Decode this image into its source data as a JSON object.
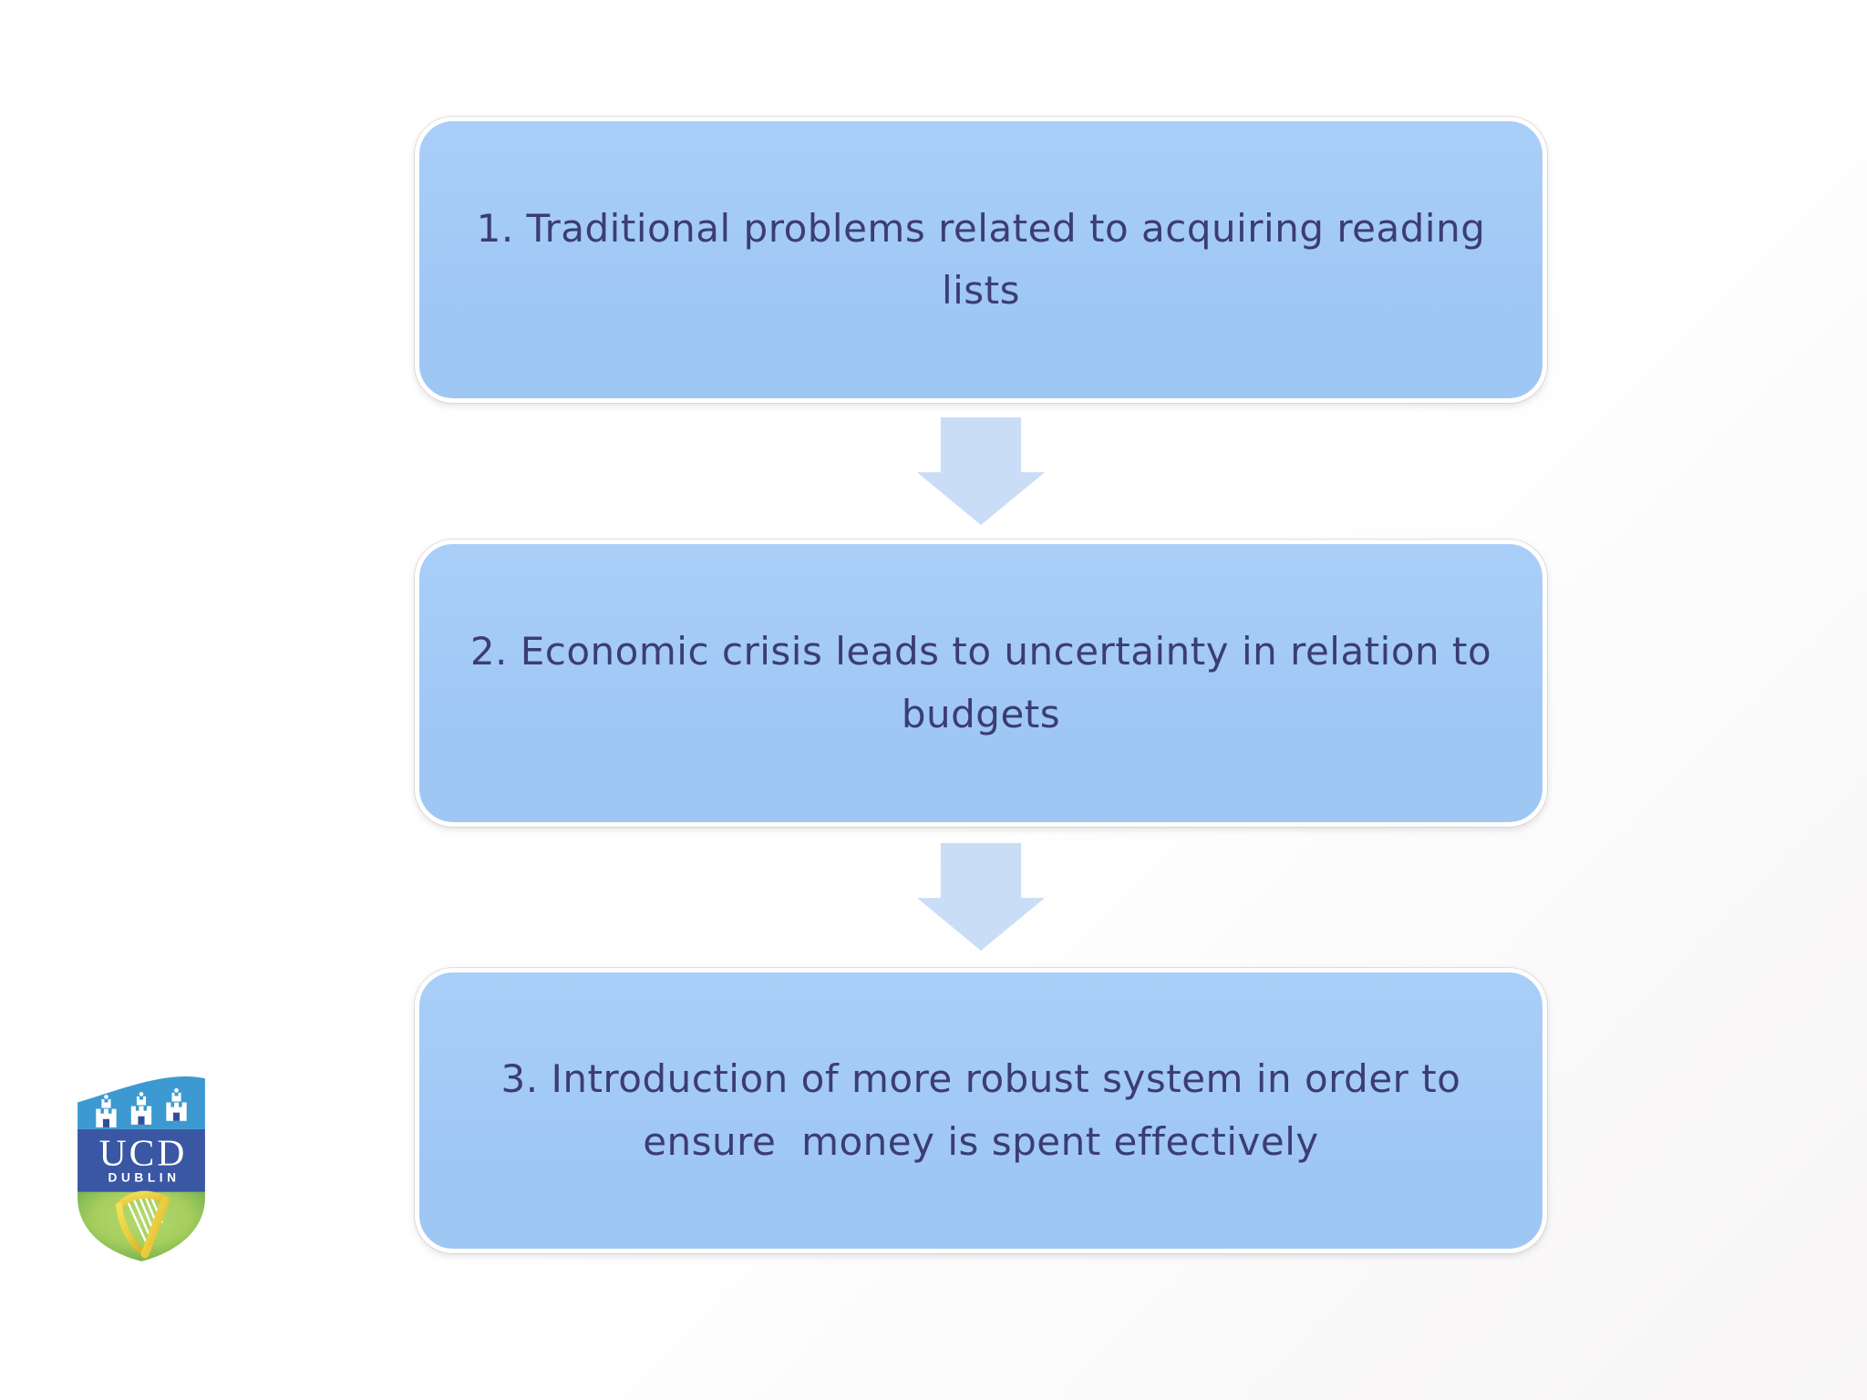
{
  "boxes": [
    {
      "step": 1,
      "text": "1. Traditional problems related to acquiring reading lists"
    },
    {
      "step": 2,
      "text": "2. Economic crisis leads to uncertainty in relation to budgets"
    },
    {
      "step": 3,
      "text": "3. Introduction of more robust system in order to ensure  money is spent effectively"
    }
  ],
  "logo": {
    "acronym": "UCD",
    "city": "DUBLIN"
  },
  "colors": {
    "background": "#ffffff",
    "box_fill": "#9fc7f4",
    "box_fill_top": "#a9cef8",
    "box_border": "#ffffff",
    "box_text": "#3c3c75",
    "arrow_fill": "#c9ddf6",
    "logo_top_band": "#3d99d1",
    "logo_mid_band": "#3a57a4",
    "logo_green_light": "#a6ce5e",
    "logo_green_dark": "#4f9c45",
    "logo_harp_gold": "#e9c93b",
    "logo_text": "#ffffff"
  }
}
